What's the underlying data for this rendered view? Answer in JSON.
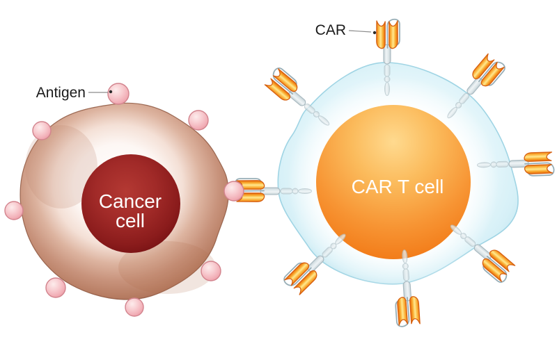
{
  "diagram": {
    "background_color": "#ffffff",
    "labels": {
      "antigen": "Antigen",
      "car": "CAR"
    },
    "cancer_cell": {
      "name_line1": "Cancer",
      "name_line2": "cell",
      "antigen_count": 8,
      "colors": {
        "body_edge": "#a76a52",
        "body_center": "#fdf7f4",
        "nucleus": "#9c2424",
        "antigen_fill": "#f6c3c8",
        "antigen_outline": "#d2838d",
        "name_text": "#ffffff"
      }
    },
    "car_t_cell": {
      "name": "CAR T cell",
      "receptor_count": 8,
      "colors": {
        "membrane_fill": "#daf1f8",
        "membrane_edge": "#9fd4e4",
        "nucleus_top": "#ffda8f",
        "nucleus_bottom": "#f06c08",
        "receptor_yellow": "#ffe98f",
        "receptor_orange": "#ee7f10",
        "stalk_gray": "#dde6e9",
        "name_text": "#ffffff"
      }
    },
    "annotation_color": "#1a1a1a"
  }
}
